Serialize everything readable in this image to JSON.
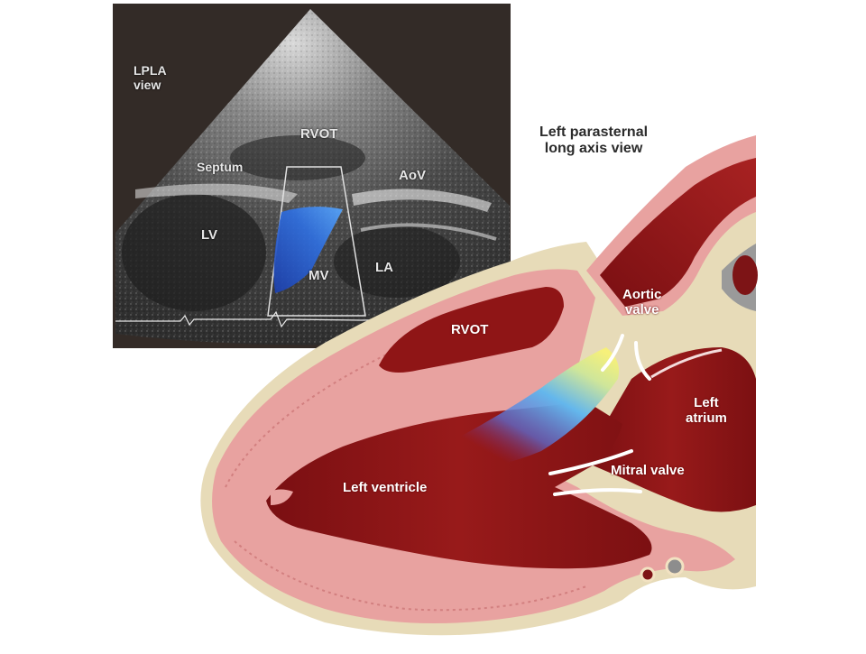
{
  "echo": {
    "view_label": [
      "LPLA",
      "view"
    ],
    "labels": {
      "rvot": "RVOT",
      "septum": "Septum",
      "aov": "AoV",
      "lv": "LV",
      "mv": "MV",
      "la": "LA"
    }
  },
  "illustration": {
    "title": [
      "Left parasternal",
      "long axis view"
    ],
    "labels": {
      "rvot": "RVOT",
      "aortic_valve": [
        "Aortic",
        "valve"
      ],
      "left_atrium": [
        "Left",
        "atrium"
      ],
      "mitral_valve": "Mitral valve",
      "left_ventricle": "Left ventricle"
    }
  },
  "colors": {
    "myocardium": "#e8a2a0",
    "chamber": "#8e1414",
    "doppler_blue": "#2f6fe0",
    "doppler_yellow": "#f6f07a"
  }
}
